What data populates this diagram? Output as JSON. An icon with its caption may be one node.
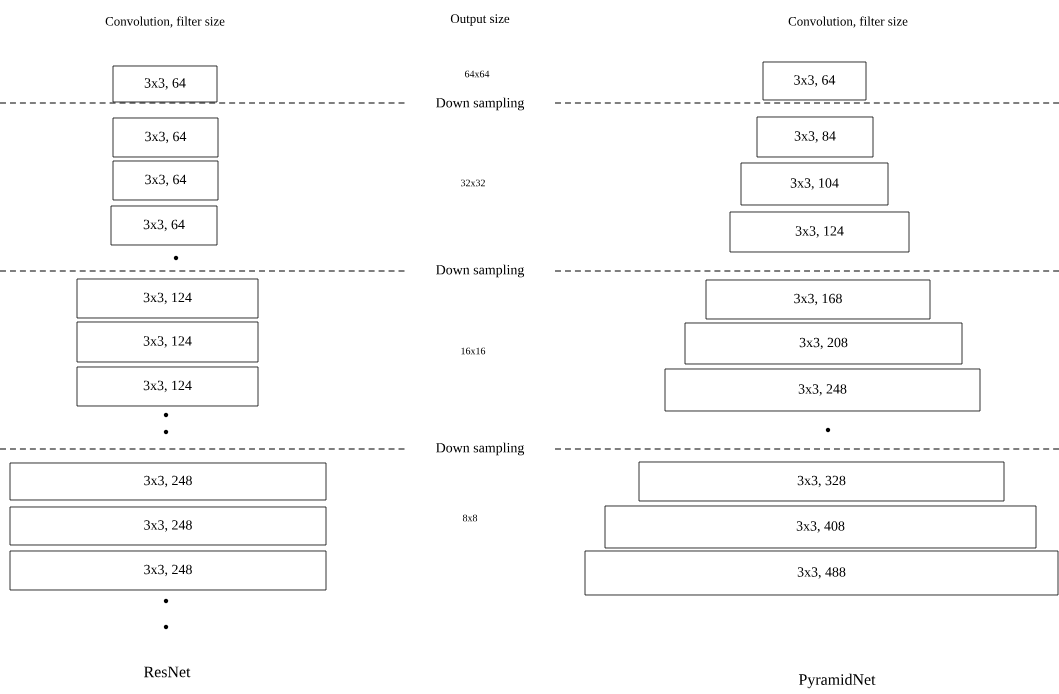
{
  "diagram": {
    "nodes": [
      {
        "text": [
          "3x3, 64"
        ]
      },
      {
        "text": [
          "3x3, 64"
        ]
      },
      {
        "text": [
          "3x3, 64"
        ]
      },
      {
        "text": [
          "3x3, 64"
        ]
      },
      {
        "text": [
          "3x3, 124"
        ]
      },
      {
        "text": [
          "3x3, 124"
        ]
      },
      {
        "text": [
          "3x3, 124"
        ]
      },
      {
        "text": [
          "3x3, 248"
        ]
      },
      {
        "text": [
          "3x3, 248"
        ]
      },
      {
        "text": [
          "3x3, 248"
        ]
      },
      {
        "text": [
          "3x3, 64"
        ]
      },
      {
        "text": [
          "3x3, 84"
        ]
      },
      {
        "text": [
          "3x3, 104"
        ]
      },
      {
        "text": [
          "3x3, 124"
        ]
      },
      {
        "text": [
          "3x3, 168"
        ]
      },
      {
        "text": [
          "3x3, 208"
        ]
      },
      {
        "text": [
          "3x3, 248"
        ]
      },
      {
        "text": [
          "3x3, 328"
        ]
      },
      {
        "text": [
          "3x3, 408"
        ]
      },
      {
        "text": [
          "3x3, 488"
        ]
      }
    ],
    "labels": [
      "Convolution, filter size",
      "Output size",
      "Convolution, filter size",
      "64x64",
      "Down sampling",
      "32x32",
      "Down sampling",
      "16x16",
      "Down sampling",
      "8x8",
      "ResNet",
      "PyramidNet"
    ]
  }
}
